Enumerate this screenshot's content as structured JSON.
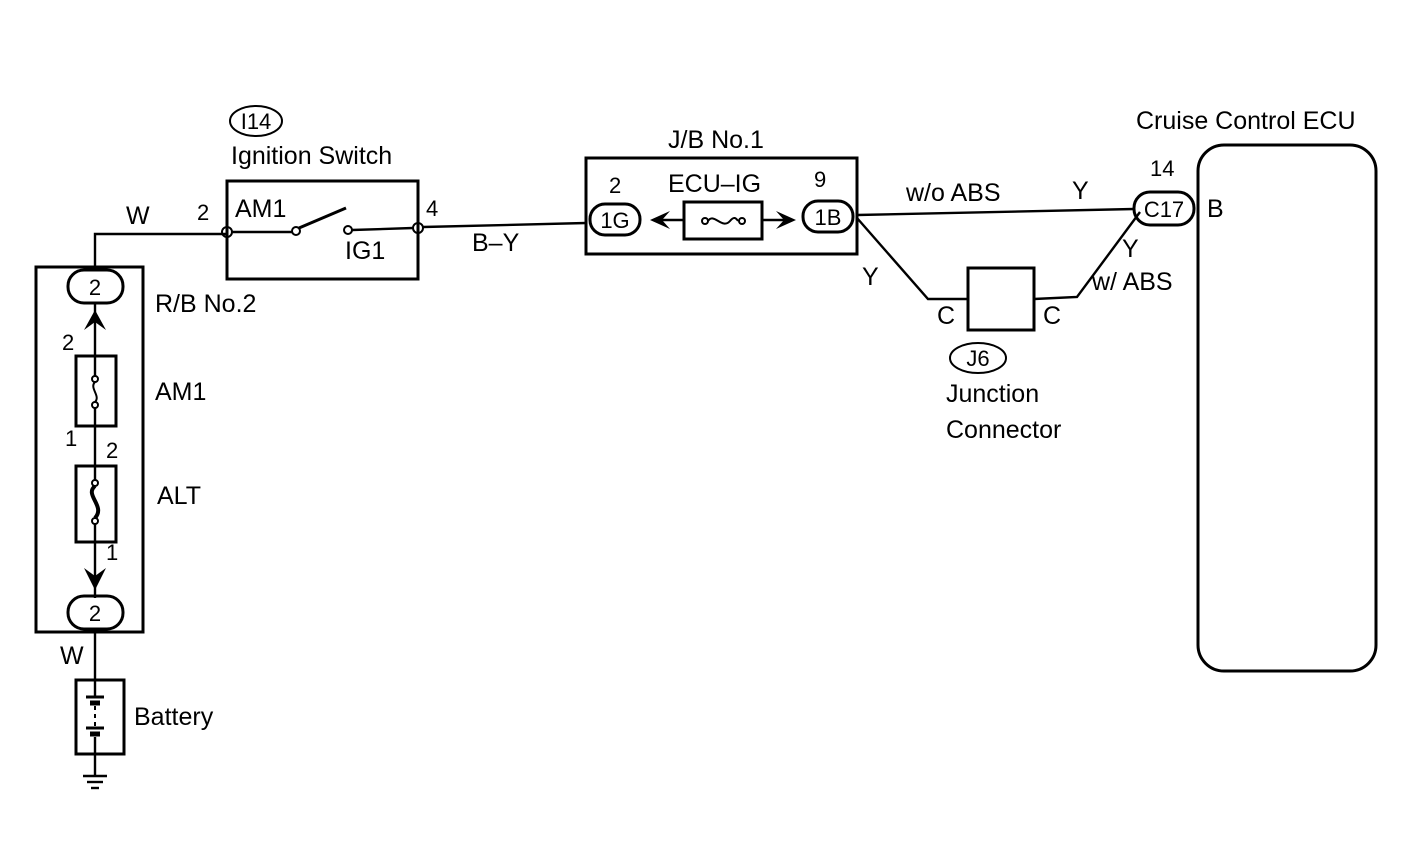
{
  "ignition_switch": {
    "code": "I14",
    "title": "Ignition Switch",
    "pin_in": "2",
    "pin_out": "4",
    "contact_in": "AM1",
    "contact_out": "IG1"
  },
  "rb_no2": {
    "title": "R/B No.2",
    "top_connector": "2",
    "bottom_connector": "2",
    "am1_fuse": {
      "name": "AM1",
      "pin_top": "2",
      "pin_bottom": "1"
    },
    "alt_fuse": {
      "name": "ALT",
      "pin_top": "2",
      "pin_bottom": "1"
    }
  },
  "battery": {
    "title": "Battery"
  },
  "jb_no1": {
    "title": "J/B No.1",
    "fuse": "ECU–IG",
    "left_connector": "1G",
    "left_pin": "2",
    "right_connector": "1B",
    "right_pin": "9"
  },
  "junction_connector": {
    "code": "J6",
    "title_line1": "Junction",
    "title_line2": "Connector",
    "left_pin": "C",
    "right_pin": "C"
  },
  "cruise_ecu": {
    "title": "Cruise Control ECU",
    "connector": "C17",
    "pin": "14",
    "terminal": "B"
  },
  "wires": {
    "battery_to_rb": "W",
    "rb_to_switch": "W",
    "switch_to_jb": "B–Y",
    "jb_to_junction": "Y",
    "junction_to_ecu": "Y",
    "jb_to_ecu": "Y",
    "variant_direct": "w/o ABS",
    "variant_junction": "w/ ABS"
  }
}
